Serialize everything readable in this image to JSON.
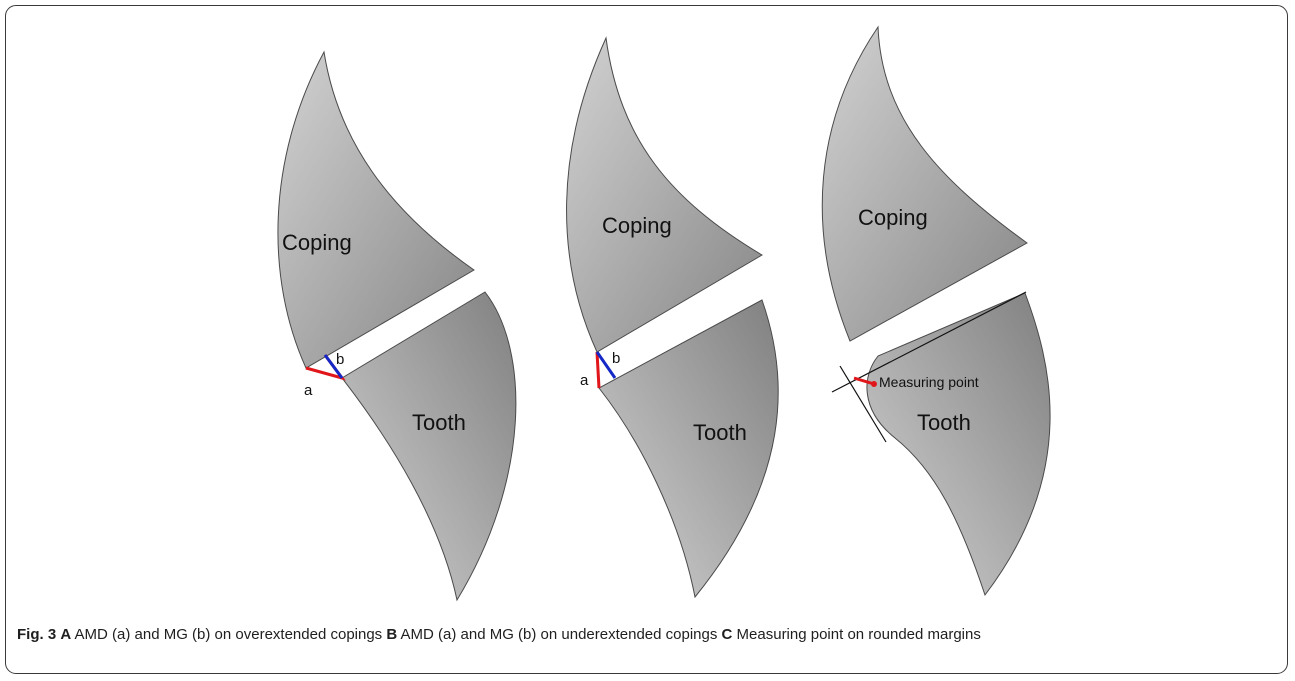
{
  "colors": {
    "amd_line": "#e0161b",
    "mg_line": "#1428c8",
    "shape_fill_light": "#cfcfcf",
    "shape_fill_dark": "#7e7e7e",
    "outline": "#3a3a3a"
  },
  "panels": {
    "a": {
      "coping_label": "Coping",
      "tooth_label": "Tooth",
      "amd_letter": "a",
      "mg_letter": "b"
    },
    "b": {
      "coping_label": "Coping",
      "tooth_label": "Tooth",
      "amd_letter": "a",
      "mg_letter": "b"
    },
    "c": {
      "coping_label": "Coping",
      "tooth_label": "Tooth",
      "measuring_label": "Measuring point"
    }
  },
  "caption": {
    "fig_label": "Fig. 3",
    "label_a": "A",
    "text_a": " AMD (a) and MG (b) on overextended copings ",
    "label_b": "B",
    "text_b": " AMD (a) and MG (b) on underextended copings ",
    "label_c": "C",
    "text_c": " Measuring point on rounded margins"
  }
}
